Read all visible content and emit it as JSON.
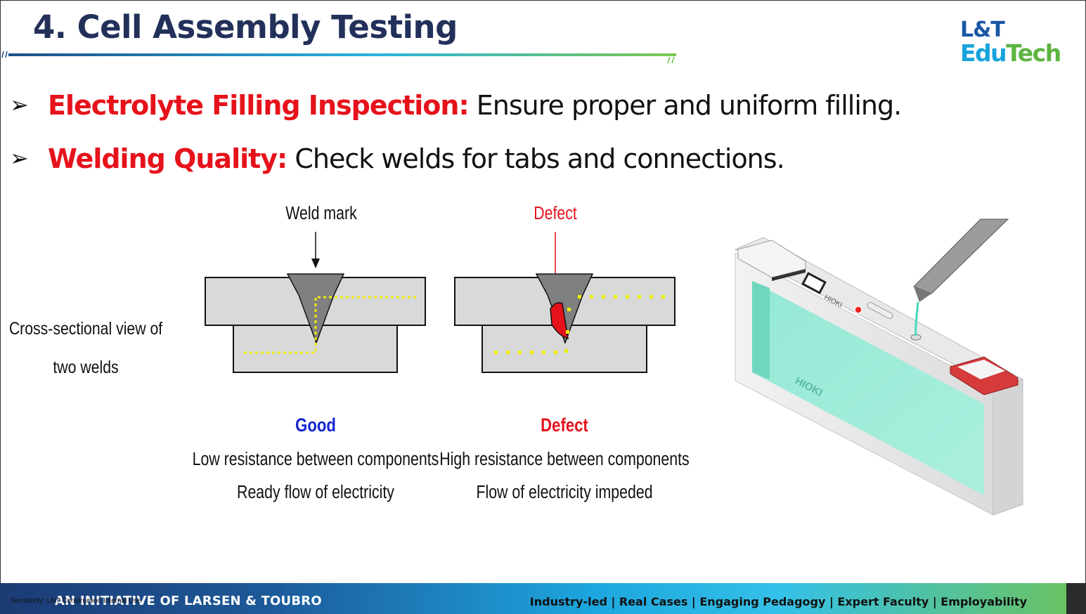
{
  "slide": {
    "title": "4. Cell Assembly Testing",
    "logo": {
      "line1": "L&T",
      "line2_a": "Edu",
      "line2_b": "Tech"
    }
  },
  "bullets": [
    {
      "marker": "➢",
      "key": "Electrolyte Filling Inspection:",
      "text": " Ensure proper and uniform filling."
    },
    {
      "marker": "➢",
      "key": "Welding Quality:",
      "text": " Check welds for tabs and connections."
    }
  ],
  "diagram": {
    "side_label_1": "Cross-sectional view of",
    "side_label_2": "two welds",
    "weld_mark_label": "Weld mark",
    "defect_top_label": "Defect",
    "good": {
      "title": "Good",
      "line1": "Low resistance between components",
      "line2": "Ready flow of electricity"
    },
    "defect": {
      "title": "Defect",
      "line1": "High resistance between components",
      "line2": "Flow of electricity impeded"
    },
    "battery_brand_1": "HIOKI",
    "battery_brand_2": "HIOKI"
  },
  "footer": {
    "sensitivity": "Sensitivity: LNT Construction Internal Use",
    "initiative": "AN INITIATIVE OF LARSEN & TOUBRO",
    "tagline": "Industry-led | Real Cases | Engaging Pedagogy | Expert Faculty | Employability"
  },
  "colors": {
    "title": "#22305a",
    "accent_red": "#e6121b",
    "good_blue": "#1424d2",
    "electrolyte": "#7fe3cc",
    "footer_start": "#1c3b74",
    "footer_end": "#6dc25a"
  }
}
